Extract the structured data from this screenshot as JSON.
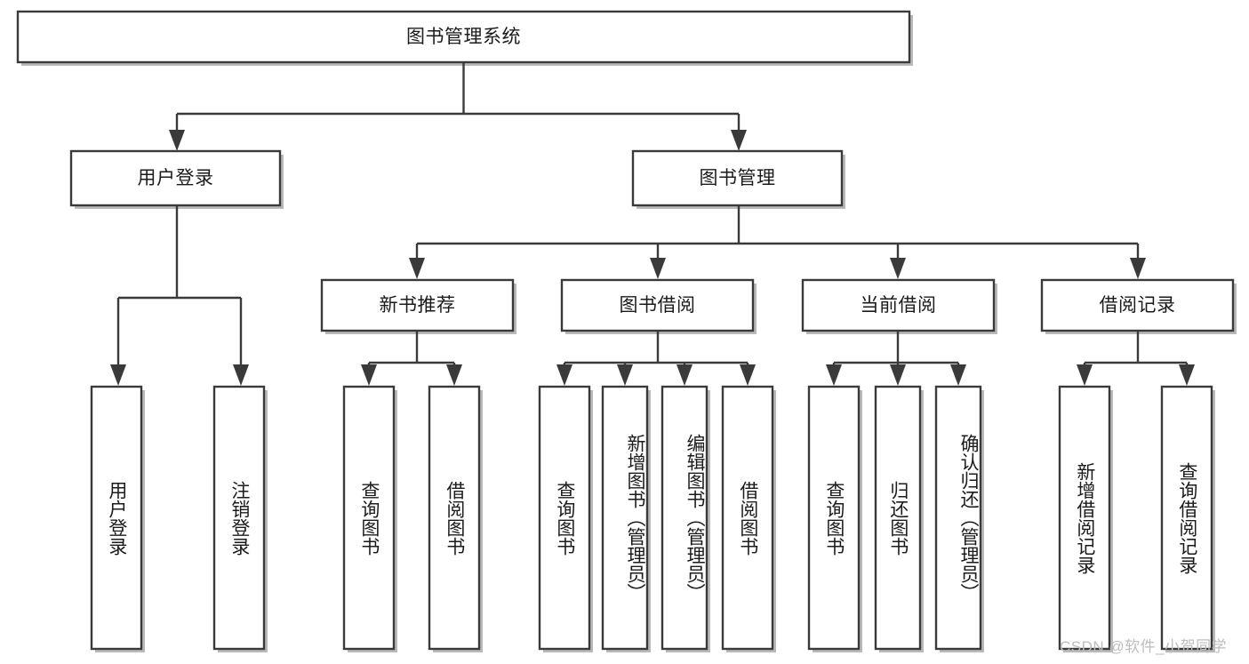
{
  "diagram": {
    "title": "图书管理系统",
    "type": "tree-hierarchy-chart",
    "orientation": "top-down",
    "colors": {
      "background": "#ffffff",
      "node_fill": "#ffffff",
      "node_stroke": "#3a3a3a",
      "node_shadow": "#b9b9b9",
      "text": "#1b1b1b",
      "watermark": "#bdbdbd"
    }
  },
  "root": {
    "label": "图书管理系统"
  },
  "level2": {
    "user_login": {
      "label": "用户登录"
    },
    "book_manage": {
      "label": "图书管理"
    }
  },
  "level3": {
    "new_book_recommend": {
      "label": "新书推荐"
    },
    "book_borrow": {
      "label": "图书借阅"
    },
    "current_borrow": {
      "label": "当前借阅"
    },
    "borrow_record": {
      "label": "借阅记录"
    }
  },
  "leaves": {
    "user_login": [
      {
        "label": "用户登录"
      },
      {
        "label": "注销登录"
      }
    ],
    "new_book_recommend": [
      {
        "label": "查询图书"
      },
      {
        "label": "借阅图书"
      }
    ],
    "book_borrow": [
      {
        "label": "查询图书"
      },
      {
        "label": "新增图书（管理员）"
      },
      {
        "label": "编辑图书（管理员）"
      },
      {
        "label": "借阅图书"
      }
    ],
    "current_borrow": [
      {
        "label": "查询图书"
      },
      {
        "label": "归还图书"
      },
      {
        "label": "确认归还（管理员）"
      }
    ],
    "borrow_record": [
      {
        "label": "新增借阅记录"
      },
      {
        "label": "查询借阅记录"
      }
    ]
  },
  "watermark": {
    "text": "CSDN @软件_小贺同学"
  }
}
